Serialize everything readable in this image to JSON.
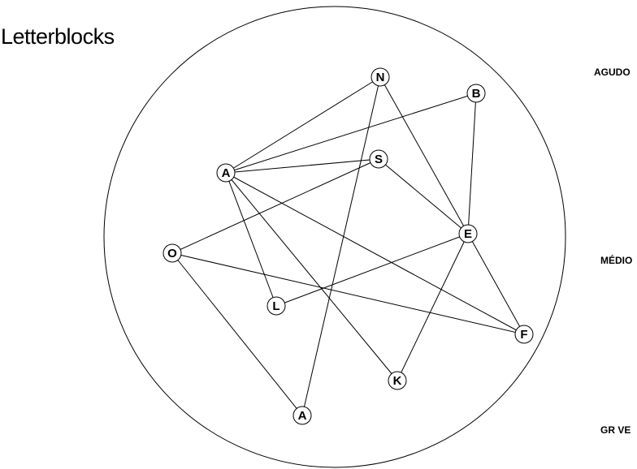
{
  "title": "Letterblocks",
  "side_labels": {
    "top": "AGUDO",
    "middle": "MÉDIO",
    "bottom": "GR  VE"
  },
  "nodes": [
    {
      "id": "N",
      "label": "N"
    },
    {
      "id": "B",
      "label": "B"
    },
    {
      "id": "A1",
      "label": "A"
    },
    {
      "id": "S",
      "label": "S"
    },
    {
      "id": "E",
      "label": "E"
    },
    {
      "id": "O",
      "label": "O"
    },
    {
      "id": "L",
      "label": "L"
    },
    {
      "id": "F",
      "label": "F"
    },
    {
      "id": "K",
      "label": "K"
    },
    {
      "id": "A2",
      "label": "A"
    }
  ],
  "edges": [
    [
      "A1",
      "N"
    ],
    [
      "A1",
      "B"
    ],
    [
      "A1",
      "S"
    ],
    [
      "A1",
      "L"
    ],
    [
      "A1",
      "K"
    ],
    [
      "A1",
      "F"
    ],
    [
      "N",
      "E"
    ],
    [
      "N",
      "A2"
    ],
    [
      "B",
      "E"
    ],
    [
      "S",
      "E"
    ],
    [
      "S",
      "O"
    ],
    [
      "O",
      "F"
    ],
    [
      "O",
      "A2"
    ],
    [
      "L",
      "E"
    ],
    [
      "E",
      "F"
    ],
    [
      "E",
      "K"
    ]
  ]
}
